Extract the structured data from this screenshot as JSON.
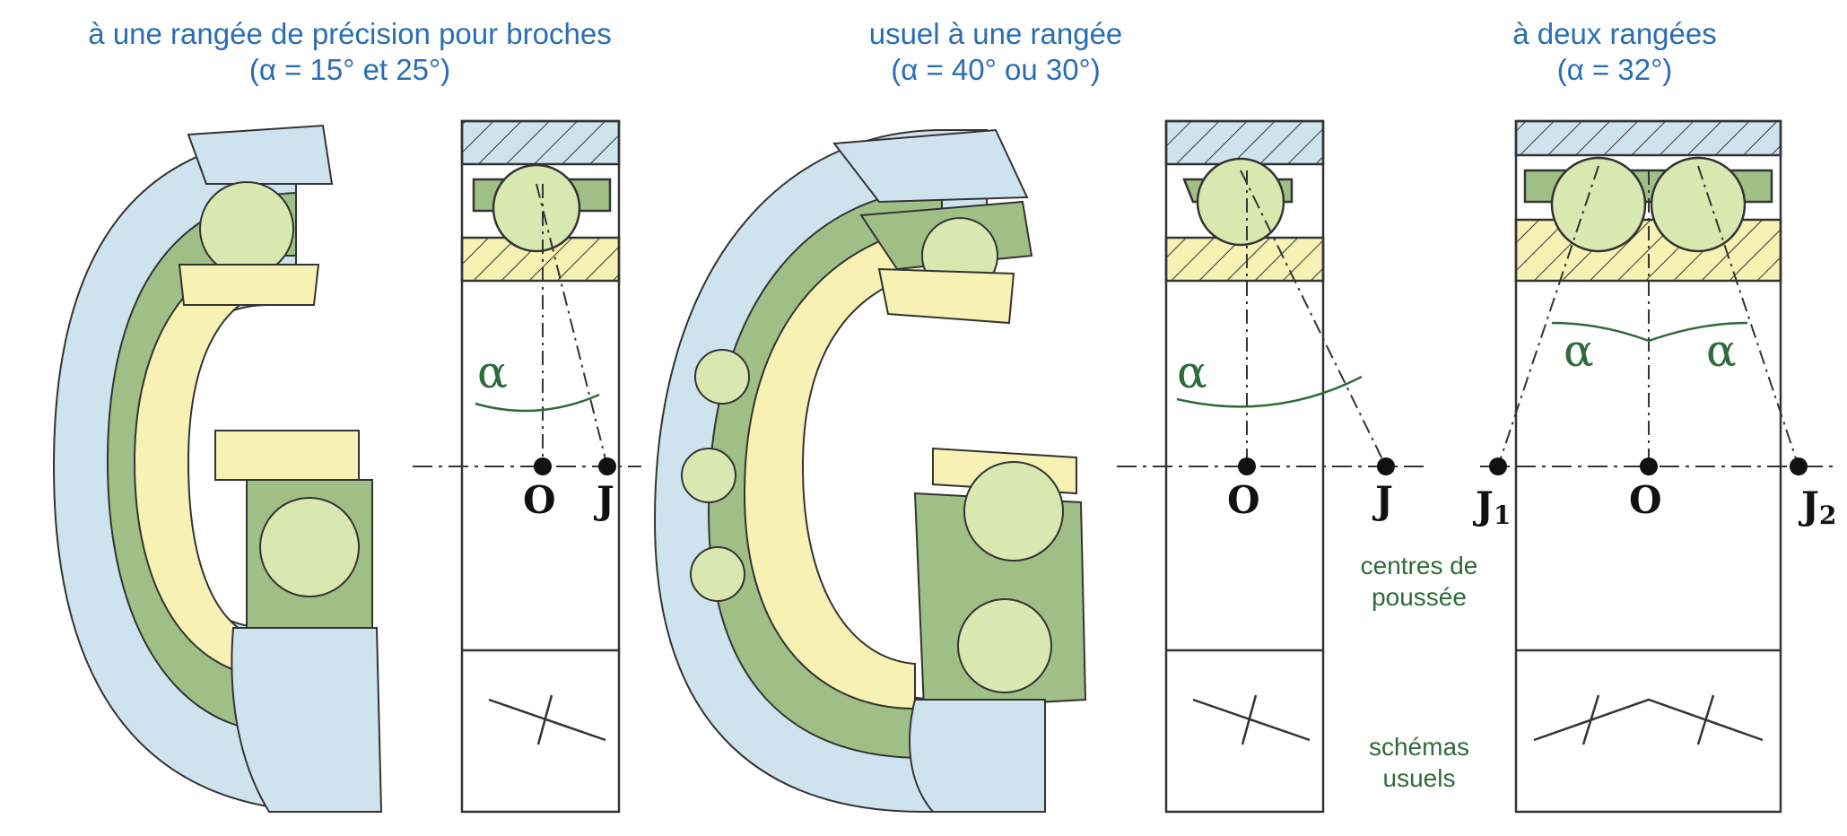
{
  "titles": [
    {
      "line1": "à une rangée de précision pour broches",
      "line2": "(α = 15° et 25°)"
    },
    {
      "line1": "usuel à une rangée",
      "line2": "(α = 40° ou 30°)"
    },
    {
      "line1": "à deux rangées",
      "line2": "(α = 32°)"
    }
  ],
  "labels": {
    "O": "O",
    "J": "J",
    "J1": "J",
    "J1_sub": "1",
    "J2": "J",
    "J2_sub": "2",
    "alpha": "α"
  },
  "notes": {
    "centres_line1": "centres de",
    "centres_line2": "poussée",
    "schemas_line1": "schémas",
    "schemas_line2": "usuels"
  },
  "colors": {
    "outer_ring": "#cfe3ee",
    "cage": "#9fbf87",
    "ball": "#d8e8b0",
    "inner_ring": "#f7f1b3",
    "title": "#2a6db5",
    "note": "#2f6b3a"
  }
}
